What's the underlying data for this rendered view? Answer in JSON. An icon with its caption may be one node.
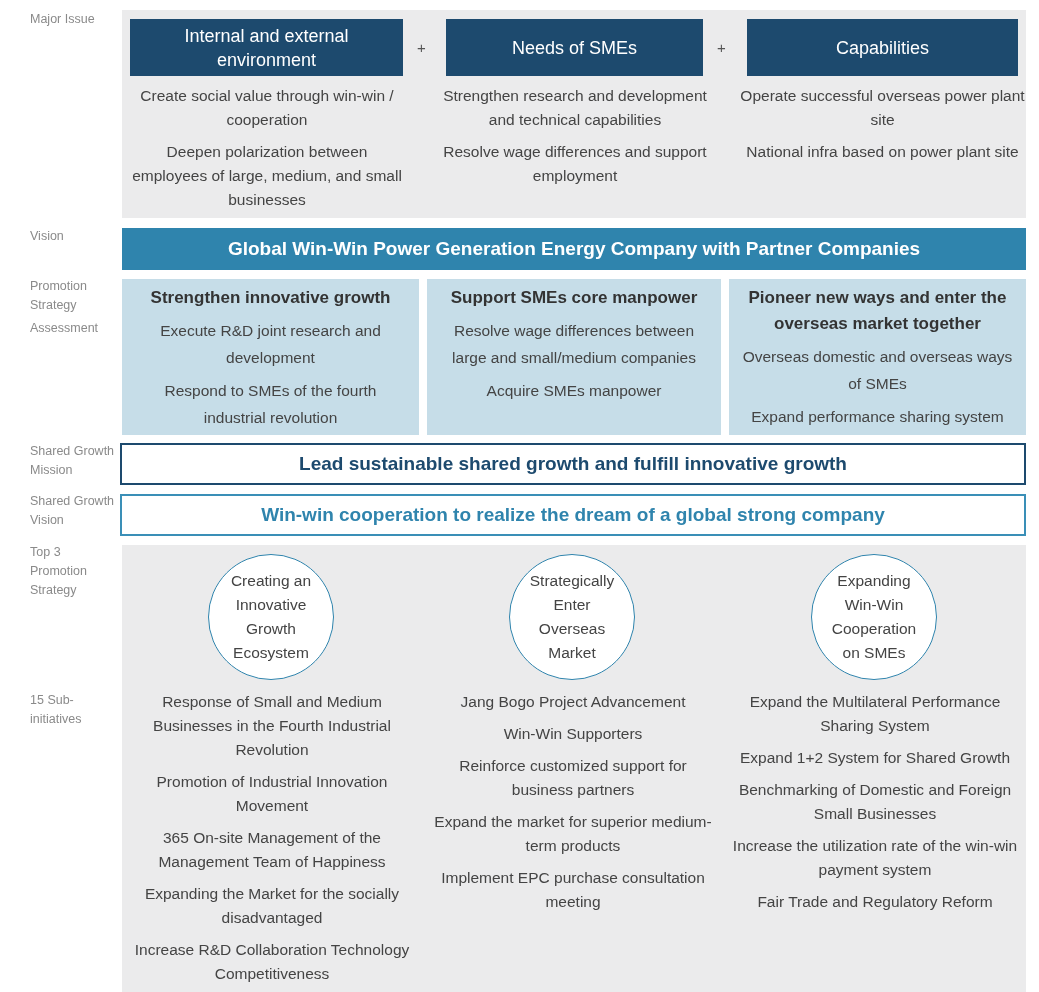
{
  "diagram": {
    "nodes": [
      {
        "text": [],
        "shape": "box"
      },
      {
        "text": [
          "Internal and external environment"
        ],
        "in": 0,
        "beside": [
          "Create social value through win-win / cooperation",
          "Deepen polarization between employees of large, medium, and small businesses"
        ]
      },
      {
        "text": [
          "Needs of SMEs"
        ],
        "in": 0,
        "beside": [
          "Strengthen research and development and technical capabilities",
          "Resolve wage differences and support employment"
        ]
      },
      {
        "text": [
          "Capabilities"
        ],
        "in": 0,
        "beside": [
          "Operate successful overseas power plant site",
          "National infra based on power plant site"
        ]
      },
      {
        "text": [
          "Global Win-Win Power Generation Energy Company with Partner Companies"
        ]
      },
      {
        "text": [
          "Strengthen innovative growth",
          "Execute R&D joint research and development",
          "Respond to SMEs of the fourth industrial revolution"
        ]
      },
      {
        "text": [
          "Support SMEs core manpower",
          "Resolve wage differences between large and small/medium companies",
          "Acquire SMEs manpower"
        ]
      },
      {
        "text": [
          "Pioneer new ways and enter the overseas market together",
          "Overseas domestic and overseas ways of SMEs",
          "Expand performance sharing system"
        ]
      },
      {
        "text": [
          "Lead sustainable shared growth and fulfill innovative growth"
        ]
      },
      {
        "text": [
          "Win-win cooperation to realize the dream of a global strong company"
        ]
      },
      {
        "text": [],
        "shape": "box"
      },
      {
        "text": [
          "Creating an Innovative Growth Ecosystem"
        ],
        "in": 10,
        "beside": [
          "Response of Small and Medium Businesses in the Fourth Industrial Revolution",
          "Promotion of Industrial Innovation Movement",
          "365 On-site Management of the Management Team of Happiness",
          "Expanding the Market for the socially disadvantaged",
          "Increase R&D Collaboration Technology Competitiveness"
        ]
      },
      {
        "text": [
          "Strategically Enter Overseas Market"
        ],
        "in": 10,
        "beside": [
          "Jang Bogo Project Advancement",
          "Win-Win Supporters",
          "Reinforce customized support for business partners",
          "Expand the market for superior medium-term products",
          "Implement EPC purchase consultation meeting"
        ]
      },
      {
        "text": [
          "Expanding Win-Win Cooperation on SMEs"
        ],
        "in": 10,
        "beside": [
          "Expand the Multilateral Performance Sharing System",
          "Expand 1+2 System for Shared Growth",
          "Benchmarking of Domestic and Foreign Small Businesses",
          "Increase the utilization rate of the win-win payment system",
          "Fair Trade and Regulatory Reform"
        ]
      }
    ],
    "edges": [],
    "labels": [
      "Major Issue",
      "+",
      "+",
      "Vision",
      "Promotion Strategy",
      "Assessment",
      "Shared Growth Mission",
      "Shared Growth Vision",
      "Top 3 Promotion Strategy",
      "15 Sub-initiatives"
    ]
  }
}
